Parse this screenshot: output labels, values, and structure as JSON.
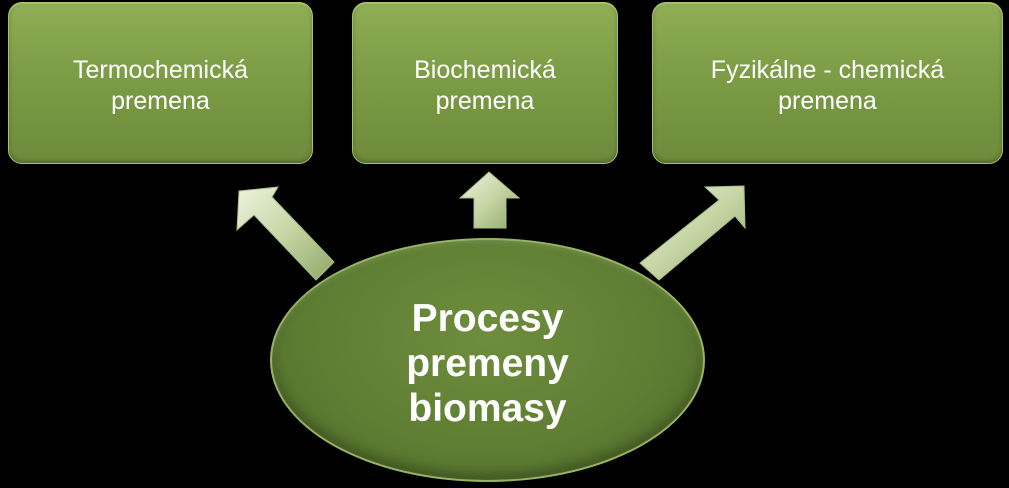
{
  "diagram": {
    "boxes": [
      {
        "id": "left",
        "label": "Termochemická\npremena"
      },
      {
        "id": "middle",
        "label": "Biochemická\npremena"
      },
      {
        "id": "right",
        "label": "Fyzikálne - chemická\npremena"
      }
    ],
    "center": {
      "label": "Procesy\npremeny\nbiomasy"
    },
    "colors": {
      "background": "#000000",
      "box_fill": "#7c9c45",
      "ellipse_fill": "#5f7e33",
      "arrow_fill": "#c6d6a6",
      "text": "#ffffff"
    }
  }
}
